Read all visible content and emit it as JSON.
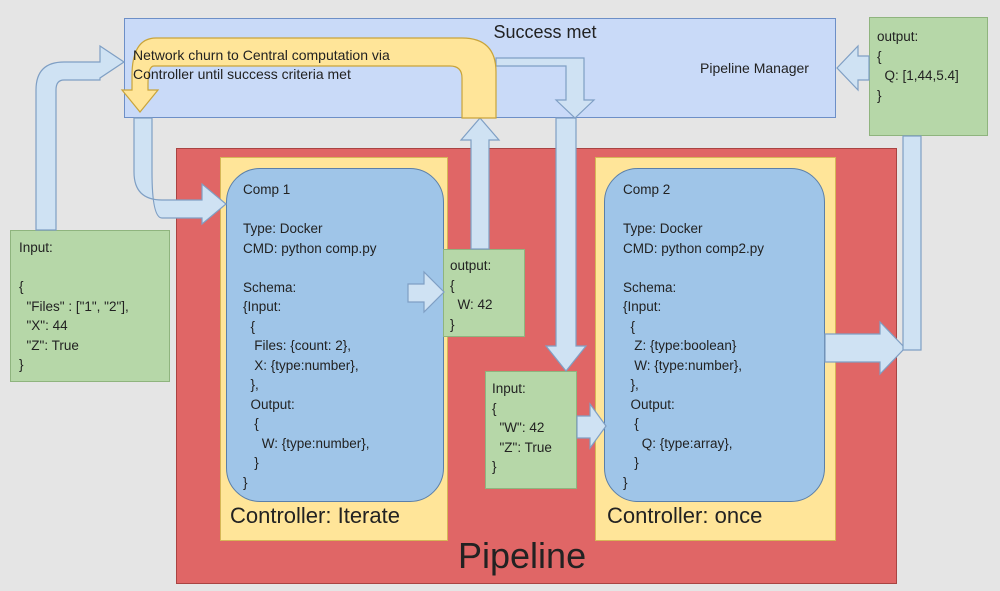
{
  "manager": {
    "title": "Success met",
    "label": "Pipeline Manager",
    "churn_text": "Network churn to Central computation via\nController until success criteria met"
  },
  "pipeline": {
    "label": "Pipeline"
  },
  "controllers": {
    "first": {
      "label": "Controller: Iterate"
    },
    "second": {
      "label": "Controller: once"
    }
  },
  "components": {
    "comp1": {
      "text": "Comp 1\n\nType: Docker\nCMD: python comp.py\n\nSchema:\n{Input:\n  {\n   Files: {count: 2},\n   X: {type:number},\n  },\n  Output:\n   {\n     W: {type:number},\n   }\n}"
    },
    "comp2": {
      "text": "Comp 2\n\nType: Docker\nCMD: python comp2.py\n\nSchema:\n{Input:\n  {\n   Z: {type:boolean}\n   W: {type:number},\n  },\n  Output:\n   {\n     Q: {type:array},\n   }\n}"
    }
  },
  "notes": {
    "input1": {
      "text": "Input:\n\n{\n  \"Files\" : [\"1\", \"2\"],\n  \"X\": 44\n  \"Z\": True\n}"
    },
    "output1": {
      "text": "output:\n{\n  W: 42\n}"
    },
    "input2": {
      "text": "Input:\n{\n  \"W\": 42\n  \"Z\": True\n}"
    },
    "output2": {
      "text": "output:\n{\n  Q: [1,44,5.4]\n}"
    }
  },
  "colors": {
    "manager_fill": "#c9daf8",
    "pipeline_fill": "#e06666",
    "controller_fill": "#ffe599",
    "component_fill": "#9fc5e8",
    "note_fill": "#b6d7a8",
    "arrow_fill": "#cfe2f3",
    "churn_arrow_fill": "#ffe599"
  }
}
